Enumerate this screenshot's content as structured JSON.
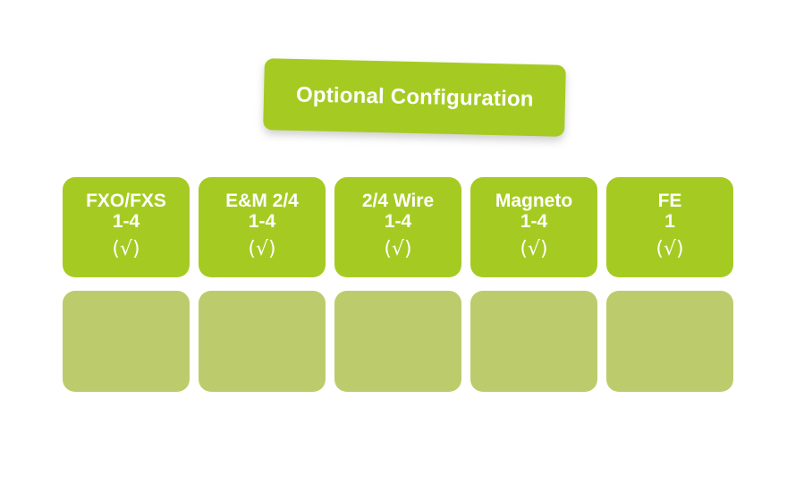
{
  "banner": {
    "title": "Optional Configuration",
    "color": "#a5cb22",
    "text_color": "#ffffff"
  },
  "colors": {
    "background": "#ffffff",
    "card_active": "#a5cb22",
    "card_muted": "#bccc6c",
    "card_text": "#ffffff"
  },
  "grid": {
    "top_row": [
      {
        "label": "FXO/FXS",
        "range": "1-4",
        "mark": "(√)"
      },
      {
        "label": "E&M 2/4",
        "range": "1-4",
        "mark": "(√)"
      },
      {
        "label": "2/4 Wire",
        "range": "1-4",
        "mark": "(√)"
      },
      {
        "label": "Magneto",
        "range": "1-4",
        "mark": "(√)"
      },
      {
        "label": "FE",
        "range": "1",
        "mark": "(√)"
      }
    ],
    "bottom_row": [
      {
        "label": ""
      },
      {
        "label": ""
      },
      {
        "label": ""
      },
      {
        "label": ""
      },
      {
        "label": ""
      }
    ]
  }
}
